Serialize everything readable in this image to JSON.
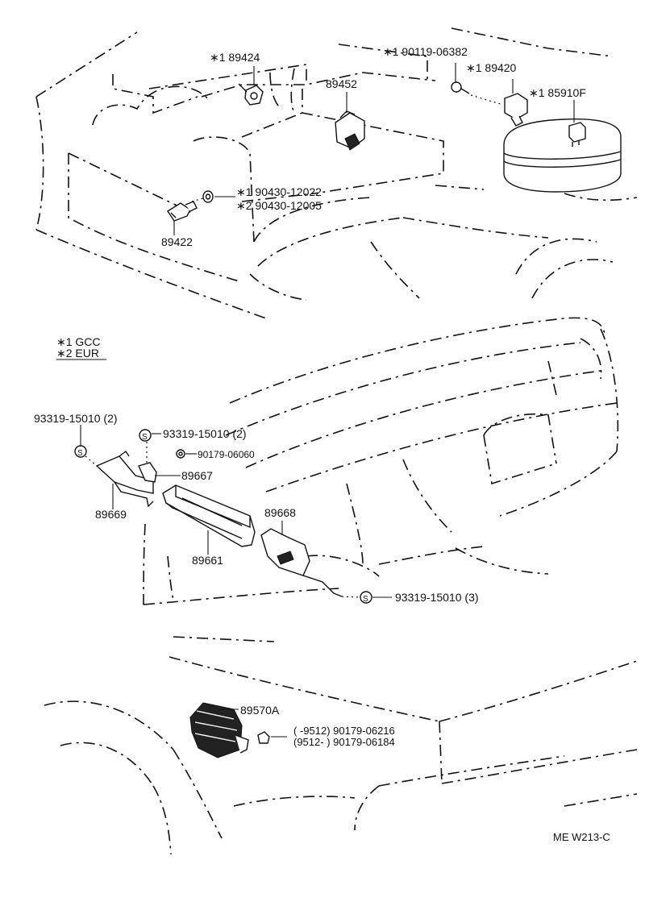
{
  "callouts": {
    "c89424": "∗1  89424",
    "c89452": "89452",
    "c9011906382": "∗1  90119-06382",
    "c89420": "∗1  89420",
    "c85910f": "∗1  85910F",
    "c9043012022": "∗1  90430-12022",
    "c9043012005": "∗2  90430-12005",
    "c89422": "89422",
    "c9331915010a": "93319-15010 (2)",
    "c9331915010b": "93319-15010 (2)",
    "c9017906060": "90179-06060",
    "c89667": "89667",
    "c89669": "89669",
    "c89668": "89668",
    "c89661": "89661",
    "c9331915010c": "93319-15010 (3)",
    "c89570a": "89570A",
    "c9017906216": "(        -9512)  90179-06216",
    "c9017906184": "(9512-         )  90179-06184"
  },
  "legend": {
    "line1": "∗1  GCC",
    "line2": "∗2  EUR"
  },
  "screw_symbol": "S",
  "diagram_code": "ME W213-C"
}
